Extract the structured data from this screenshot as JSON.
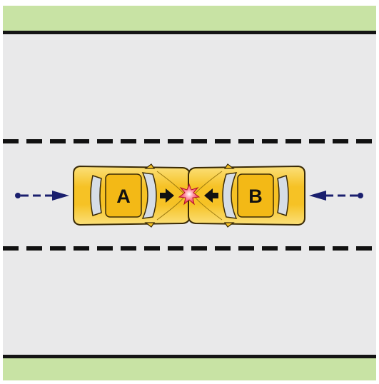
{
  "scene": {
    "colors": {
      "grass": "#c8e3a4",
      "road": "#e9e9ea",
      "edge_line": "#141414",
      "lane_dash": "#111111",
      "car_body": "#f6c225",
      "car_highlight": "#fde9a0",
      "window": "#d6dde6",
      "direction_arrow": "#1a1f6e",
      "impact": "#e8304a"
    },
    "vehicles": [
      {
        "id": "A",
        "label": "A",
        "heading": "right"
      },
      {
        "id": "B",
        "label": "B",
        "heading": "left"
      }
    ],
    "impact_icon": "collision-burst-icon"
  }
}
